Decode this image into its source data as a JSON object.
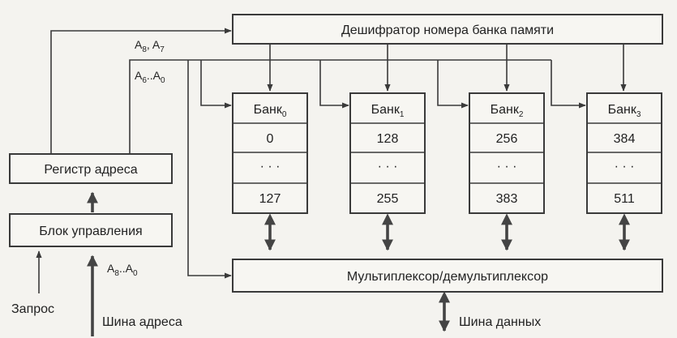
{
  "decoder": {
    "label": "Дешифратор номера банка памяти"
  },
  "mux": {
    "label": "Мультиплексор/демультиплексор"
  },
  "register": {
    "label": "Регистр адреса"
  },
  "control": {
    "label": "Блок управления"
  },
  "bus_labels": {
    "a8_a7": {
      "a1": "A",
      "s1": "8",
      "sep": ", A",
      "s2": "7"
    },
    "a6_a0": {
      "a1": "A",
      "s1": "6",
      "sep": "..A",
      "s2": "0"
    },
    "a8_a0": {
      "a1": "A",
      "s1": "8",
      "sep": "..A",
      "s2": "0"
    }
  },
  "banks": [
    {
      "name": "Банк",
      "sub": "0",
      "first": "0",
      "dots": "· · ·",
      "last": "127"
    },
    {
      "name": "Банк",
      "sub": "1",
      "first": "128",
      "dots": "· · ·",
      "last": "255"
    },
    {
      "name": "Банк",
      "sub": "2",
      "first": "256",
      "dots": "· · ·",
      "last": "383"
    },
    {
      "name": "Банк",
      "sub": "3",
      "first": "384",
      "dots": "· · ·",
      "last": "511"
    }
  ],
  "inputs": {
    "request": "Запрос",
    "address_bus": "Шина адреса",
    "data_bus": "Шина данных"
  }
}
